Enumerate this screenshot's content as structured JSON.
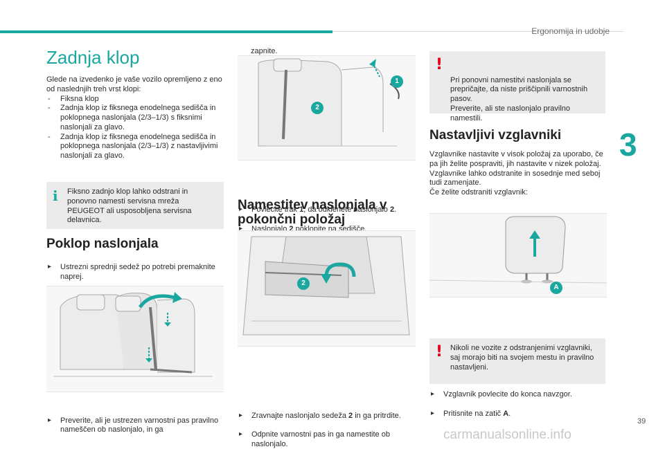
{
  "header": {
    "section_title": "Ergonomija in udobje",
    "chapter_number": "3",
    "page_number": "39"
  },
  "watermark": "carmanualsonline.info",
  "col1": {
    "title": "Zadnja klop",
    "intro": "Glede na izvedenko je vaše vozilo opremljeno z eno od naslednjih treh vrst klopi:",
    "variants": [
      "Fiksna klop",
      "Zadnja klop iz fiksnega enodelnega sedišča in poklopnega naslonjala (2/3–1/3) s fiksnimi naslonjali za glavo.",
      "Zadnja klop iz fiksnega enodelnega sedišča in poklopnega naslonjala (2/3–1/3) z nastavljivimi naslonjali za glavo."
    ],
    "info": "Fiksno zadnjo klop lahko odstrani in ponovno namesti servisna mreža PEUGEOT ali usposobljena servisna delavnica.",
    "section2_title": "Poklop naslonjala",
    "step1": "Ustrezni sprednji sedež po potrebi premaknite naprej.",
    "step2": "Preverite, ali je ustrezen varnostni pas pravilno nameščen ob naslonjalo, in ga"
  },
  "col2": {
    "cont": "zapnite.",
    "badge1": "1",
    "badge2": "2",
    "bullet1_pre": "Povlecite trak ",
    "bullet1_b1": "1",
    "bullet1_mid": ", da odklenete naslonjalo ",
    "bullet1_b2": "2",
    "bullet1_end": ".",
    "bullet2_pre": "Naslonjalo ",
    "bullet2_b": "2",
    "bullet2_end": " poklopite na sedišče.",
    "section_title": "Namestitev naslonjala v pokončni položaj",
    "bullet3_pre": "Zravnajte naslonjalo sedeža ",
    "bullet3_b": "2",
    "bullet3_end": " in ga pritrdite.",
    "bullet4": "Odpnite varnostni pas in ga namestite ob naslonjalo."
  },
  "col3": {
    "warn1": "Pri ponovni namestitvi naslonjala se prepričajte, da niste priščipnili varnostnih pasov.\nPreverite, ali ste naslonjalo pravilno namestili.",
    "section_title": "Nastavljivi vzglavniki",
    "para": "Vzglavnike nastavite v visok položaj za uporabo, če pa jih želite pospraviti, jih nastavite v nizek položaj.\nVzglavnike lahko odstranite in sosednje med seboj tudi zamenjate.\nČe želite odstraniti vzglavnik:",
    "badgeA": "A",
    "bullet1": "Vzglavnik povlecite do konca navzgor.",
    "bullet2_pre": "Pritisnite na zatič ",
    "bullet2_b": "A",
    "bullet2_end": ".",
    "warn2": "Nikoli ne vozite z odstranjenimi vzglavniki, saj morajo biti na svojem mestu in pravilno nastavljeni."
  },
  "colors": {
    "accent": "#1aa7a0",
    "warning": "#e2001a",
    "box": "#ebebeb"
  },
  "icons": [
    "info-icon",
    "warning-icon",
    "bullet-arrow-icon"
  ]
}
